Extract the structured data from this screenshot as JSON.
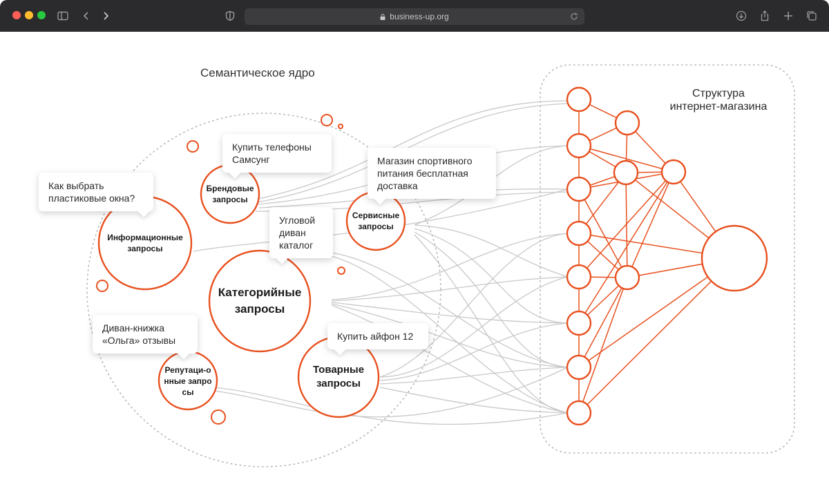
{
  "browser": {
    "url": "business-up.org"
  },
  "diagram": {
    "semantic_core_title": "Семантическое ядро",
    "store_structure_title_line1": "Структура",
    "store_structure_title_line2": "интернет-магазина",
    "accent_color": "#e8501e",
    "query_groups": {
      "informational": "Информационные запросы",
      "brand": "Брендовые запросы",
      "service": "Сервисные запросы",
      "category": "Категорийные запросы",
      "product": "Товарные запросы",
      "reputation": "Репутаци-онные запросы"
    },
    "example_queries": {
      "informational": "Как выбрать\nпластиковые окна?",
      "brand": "Купить телефоны\nСамсунг",
      "service": "Магазин спортивного\nпитания бесплатная\nдоставка",
      "category": "Угловой\nдиван\nкаталог",
      "product": "Купить айфон 12",
      "reputation": "Диван-книжка\n«Ольга» отзывы"
    }
  }
}
